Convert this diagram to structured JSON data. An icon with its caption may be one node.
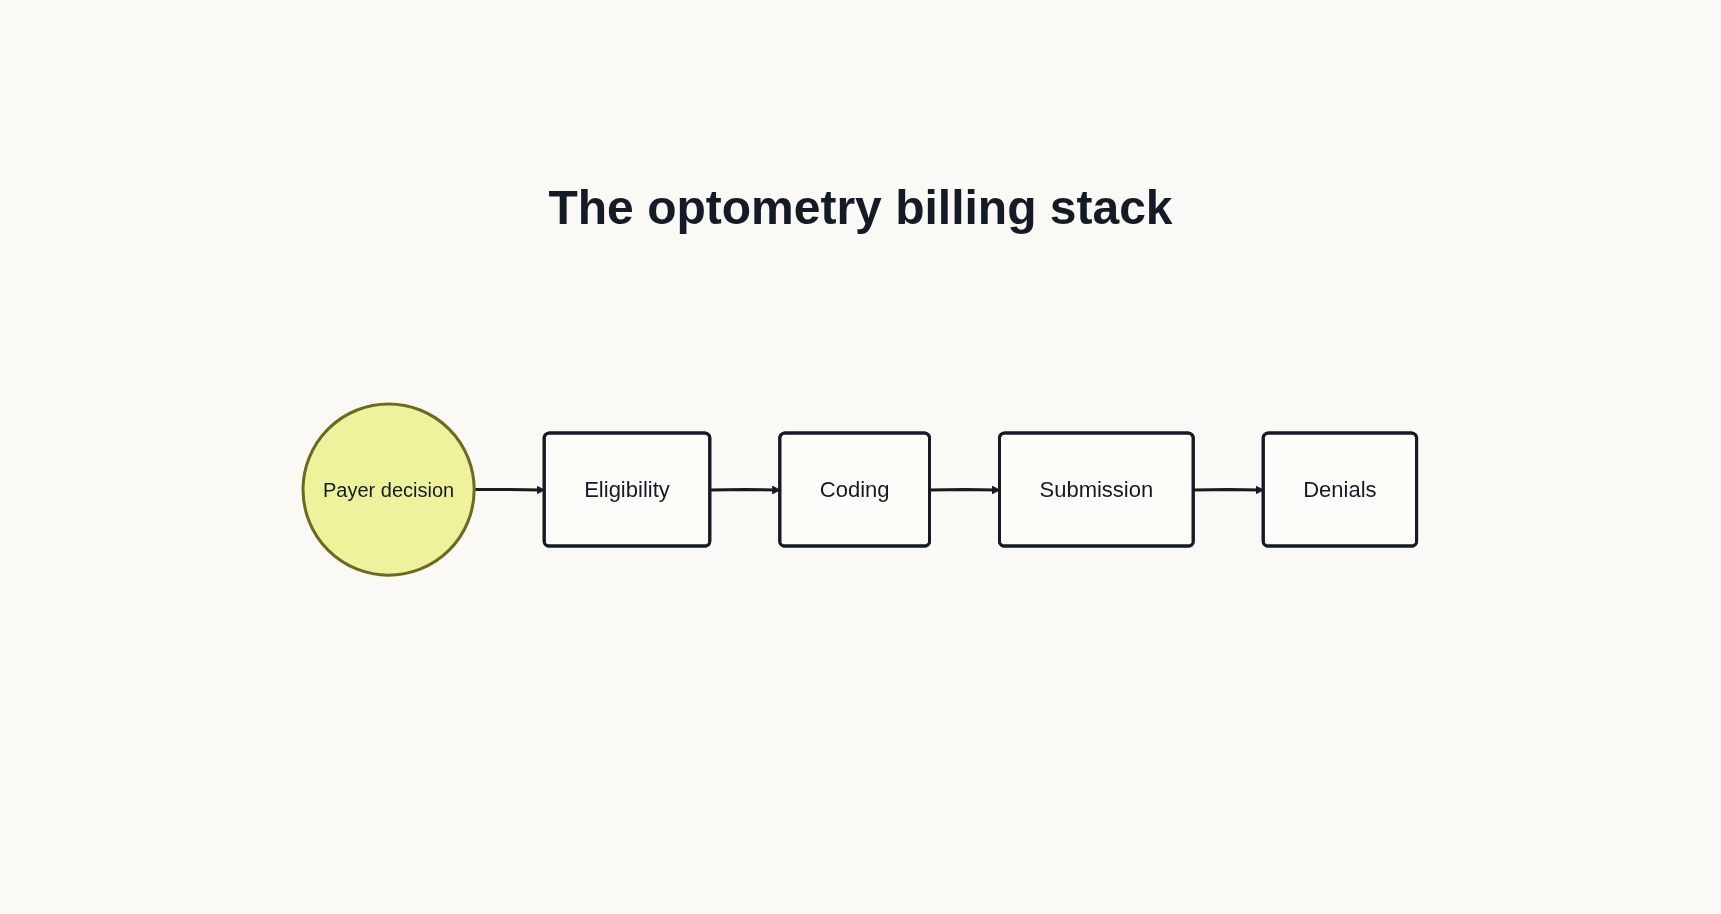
{
  "diagram": {
    "title": "The optometry billing stack",
    "nodes": [
      {
        "text": [
          "Payer decision"
        ]
      },
      {
        "text": [
          "Eligibility"
        ]
      },
      {
        "text": [
          "Coding"
        ]
      },
      {
        "text": [
          "Submission"
        ]
      },
      {
        "text": [
          "Denials"
        ]
      }
    ],
    "edges": [
      {
        "from": 0,
        "to": 1,
        "arrow": "to"
      },
      {
        "from": 1,
        "to": 2,
        "arrow": "to"
      },
      {
        "from": 2,
        "to": 3,
        "arrow": "to"
      },
      {
        "from": 3,
        "to": 4,
        "arrow": "to"
      }
    ]
  }
}
